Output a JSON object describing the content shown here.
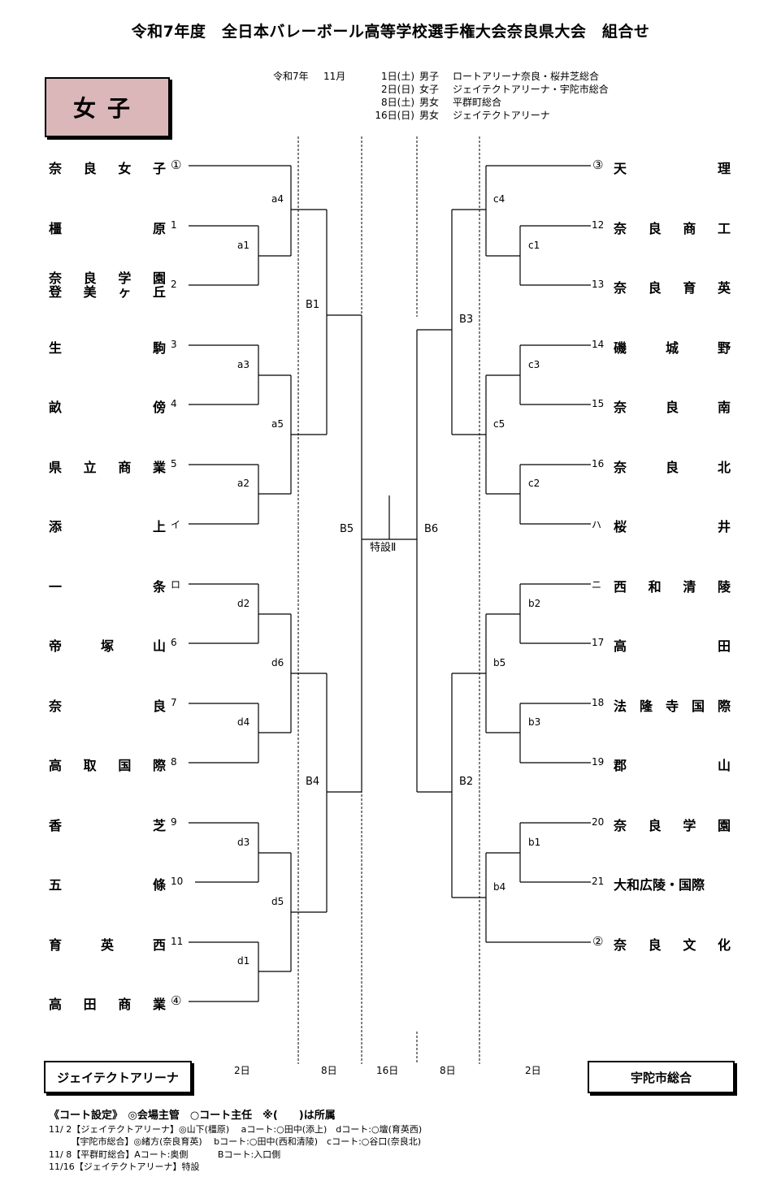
{
  "title": "令和7年度　全日本バレーボール高等学校選手権大会奈良県大会　組合せ",
  "division": "女子",
  "schedule": [
    {
      "era": "令和7年",
      "month": "11月",
      "day": "1日(土)",
      "gender": "男子",
      "venue": "ロートアリーナ奈良・桜井芝総合"
    },
    {
      "era": "",
      "month": "",
      "day": "2日(日)",
      "gender": "女子",
      "venue": "ジェイテクトアリーナ・宇陀市総合"
    },
    {
      "era": "",
      "month": "",
      "day": "8日(土)",
      "gender": "男女",
      "venue": "平群町総合"
    },
    {
      "era": "",
      "month": "",
      "day": "16日(日)",
      "gender": "男女",
      "venue": "ジェイテクトアリーナ"
    }
  ],
  "left_teams": [
    {
      "name": "奈良女子",
      "seed": "①"
    },
    {
      "name": "橿原",
      "seed": "1"
    },
    {
      "name": [
        "奈良学園",
        "登美ヶ丘"
      ],
      "seed": "2"
    },
    {
      "name": "生駒",
      "seed": "3"
    },
    {
      "name": "畝傍",
      "seed": "4"
    },
    {
      "name": "県立商業",
      "seed": "5"
    },
    {
      "name": "添上",
      "seed": "イ"
    },
    {
      "name": "一条",
      "seed": "ロ"
    },
    {
      "name": "帝塚山",
      "seed": "6"
    },
    {
      "name": "奈良",
      "seed": "7"
    },
    {
      "name": "高取国際",
      "seed": "8"
    },
    {
      "name": "香芝",
      "seed": "9"
    },
    {
      "name": "五條",
      "seed": "10"
    },
    {
      "name": "育英西",
      "seed": "11"
    },
    {
      "name": "高田商業",
      "seed": "④"
    }
  ],
  "right_teams": [
    {
      "name": "天理",
      "seed": "③"
    },
    {
      "name": "奈良商工",
      "seed": "12"
    },
    {
      "name": "奈良育英",
      "seed": "13"
    },
    {
      "name": "磯城野",
      "seed": "14"
    },
    {
      "name": "奈良南",
      "seed": "15"
    },
    {
      "name": "奈良北",
      "seed": "16"
    },
    {
      "name": "桜井",
      "seed": "ハ"
    },
    {
      "name": "西和清陵",
      "seed": "ニ"
    },
    {
      "name": "高田",
      "seed": "17"
    },
    {
      "name": "法隆寺国際",
      "seed": "18"
    },
    {
      "name": "郡山",
      "seed": "19"
    },
    {
      "name": "奈良学園",
      "seed": "20"
    },
    {
      "name": "大和広陵・国際",
      "seed": "21"
    },
    {
      "name": "奈良文化",
      "seed": "②"
    }
  ],
  "match_labels": {
    "a1": "a1",
    "a2": "a2",
    "a3": "a3",
    "a4": "a4",
    "a5": "a5",
    "d1": "d1",
    "d2": "d2",
    "d3": "d3",
    "d4": "d4",
    "d5": "d5",
    "d6": "d6",
    "c1": "c1",
    "c2": "c2",
    "c3": "c3",
    "c4": "c4",
    "c5": "c5",
    "b1": "b1",
    "b2": "b2",
    "b3": "b3",
    "b4": "b4",
    "b5": "b5",
    "B1": "B1",
    "B2": "B2",
    "B3": "B3",
    "B4": "B4",
    "B5": "B5",
    "B6": "B6",
    "final": "特設Ⅱ"
  },
  "day_labels": [
    "2日",
    "8日",
    "16日",
    "8日",
    "2日"
  ],
  "venue_left": "ジェイテクトアリーナ",
  "venue_right": "宇陀市総合",
  "footer": {
    "heading": "《コート設定》　◎会場主管　○コート主任　※(　　)は所属",
    "lines": [
      "11/ 2【ジェイテクトアリーナ】◎山下(橿原)　 aコート:○田中(添上)　dコート:○壇(育英西)",
      "　　　【宇陀市総合】◎緒方(奈良育英)　 bコート:○田中(西和清陵)　cコート:○谷口(奈良北)",
      "11/ 8【平群町総合】Aコート:奥側　　　 Bコート:入口側",
      "11/16【ジェイテクトアリーナ】特設"
    ]
  }
}
